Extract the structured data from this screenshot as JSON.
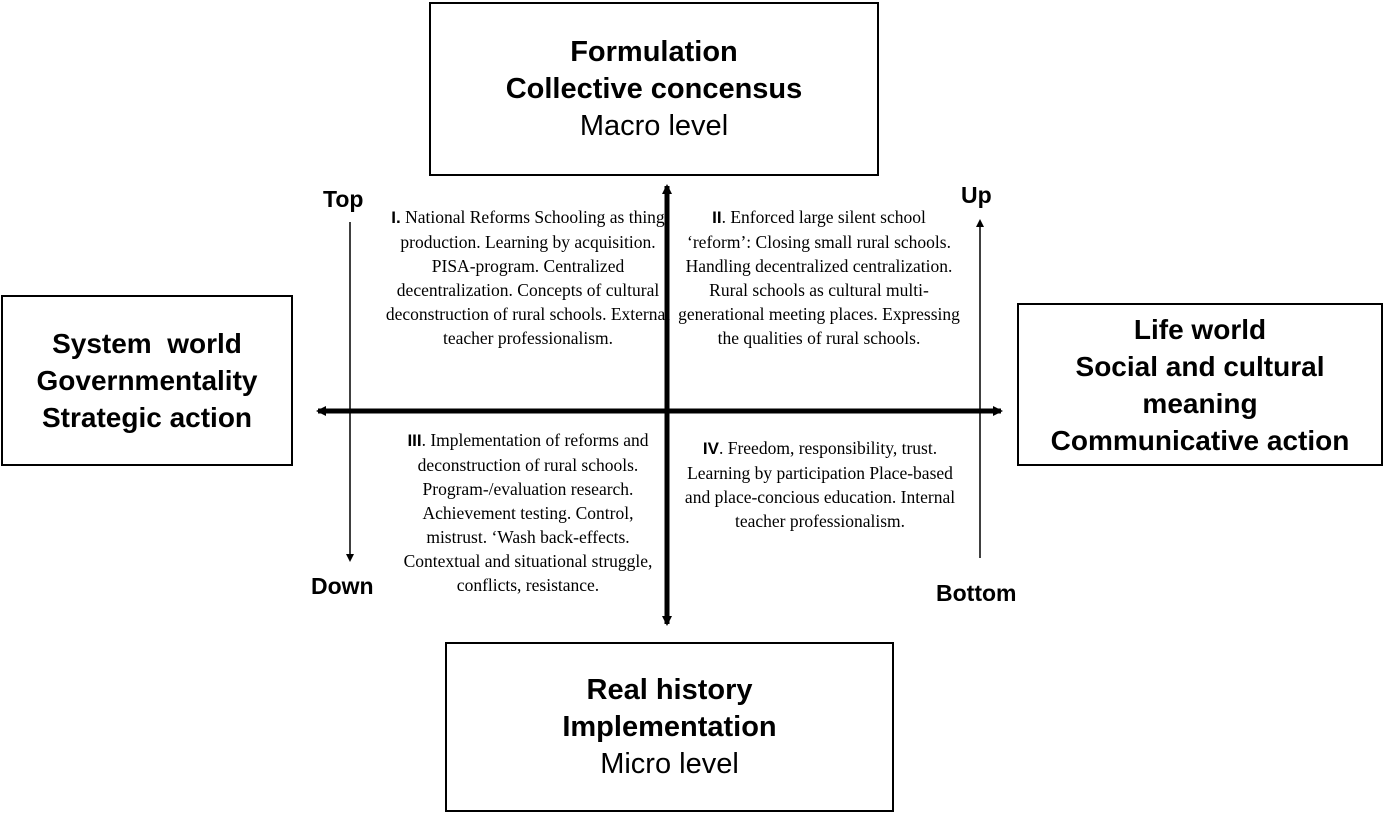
{
  "top_box": {
    "line1": "Formulation",
    "line2": "Collective concensus",
    "line3": "Macro level"
  },
  "bottom_box": {
    "line1": "Real history",
    "line2": "Implementation",
    "line3": "Micro level"
  },
  "left_box": {
    "line1": "System  world",
    "line2": "Governmentality",
    "line3": "Strategic action"
  },
  "right_box": {
    "line1": "Life world",
    "line2": "Social and cultural",
    "line3": "meaning",
    "line4": "Communicative action"
  },
  "axis_labels": {
    "top": "Top",
    "down": "Down",
    "up": "Up",
    "bottom": "Bottom"
  },
  "quadrants": [
    {
      "number": "I.",
      "text": " National Reforms Schooling as thing production. Learning by acquisition. PISA-program. Centralized decentralization. Concepts of cultural deconstruction of rural schools. External teacher professionalism."
    },
    {
      "number": "II",
      "text": ". Enforced large silent school ‘reform’: Closing small rural schools. Handling decentralized centralization. Rural schools as cultural multi-generational meeting places. Expressing the qualities of rural schools."
    },
    {
      "number": "III",
      "text": ". Implementation of reforms and deconstruction of rural schools. Program-/evaluation research. Achievement testing. Control, mistrust. ‘Wash back-effects. Contextual and situational struggle, conflicts, resistance."
    },
    {
      "number": "IV",
      "text": ". Freedom, responsibility, trust. Learning by participation Place-based and place-concious education. Internal teacher professionalism."
    }
  ]
}
